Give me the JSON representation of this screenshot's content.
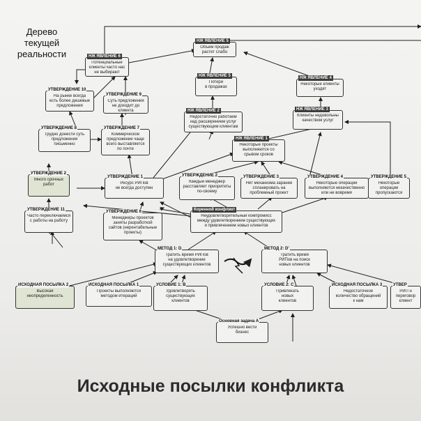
{
  "title": "Дерево\nтекущей\nреальности",
  "caption": "Исходные посылки конфликта",
  "nodes": {
    "ne5": {
      "header": "НЖ ЯВЛЕНИЕ 5",
      "text": "Объем продаж\nрастет слабо"
    },
    "ne6": {
      "header": "НЖ ЯВЛЕНИЕ 6",
      "text": "Потенциальные\nклиенты часто нас\nне выбирают"
    },
    "ne_mid": {
      "header": "НЖ ЯВЛЕНИЕ 5",
      "text": "Потери\nв продажах"
    },
    "ne4": {
      "header": "НЖ ЯВЛЕНИЕ 4",
      "text": "Некоторые клиенты\nуходят"
    },
    "u10": {
      "header": "УТВЕРЖДЕНИЕ 10",
      "text": "На рынке всегда\nесть более дешевые\nпредложения"
    },
    "u9": {
      "header": "УТВЕРЖДЕНИЕ 9",
      "text": "Суть предложения\nне доходит до клиента"
    },
    "ne2": {
      "header": "НЖ ЯВЛЕНИЕ 2",
      "text": "Недостаточно работаем\nнад расширением услуг\nсуществующим клиентам"
    },
    "ne3": {
      "header": "НЖ ЯВЛЕНИЕ 3",
      "text": "Клиенты недовольны\nкачеством услуг"
    },
    "u8": {
      "header": "УТВЕРЖДЕНИЕ 8",
      "text": "Трудно донести суть\nпредложения\nписьменно"
    },
    "u7": {
      "header": "УТВЕРЖДЕНИЕ 7",
      "text": "Коммерческое\nпредложение чаще\nвсего выставляется\nпо почте"
    },
    "ne1": {
      "header": "НЖ ЯВЛЕНИЕ 1",
      "text": "Некоторые проекты\nвыполняются со\nсрывом сроков"
    },
    "u2g": {
      "header": "УТВЕРЖДЕНИЕ 2",
      "text": "Много срочных\nработ"
    },
    "u1": {
      "header": "УТВЕРЖДЕНИЕ 1",
      "text": "Ресурс РИПов\nне всегда доступен"
    },
    "u2": {
      "header": "УТВЕРЖДЕНИЕ 2",
      "text": "Каждый менеджер\nрасставляет приоритеты\nпо-своему"
    },
    "u3": {
      "header": "УТВЕРЖДЕНИЕ 3",
      "text": "Нет механизма заранее\nспланировать на\nпроблемный проект"
    },
    "u4": {
      "header": "УТВЕРЖДЕНИЕ 4",
      "text": "Некоторые операции\nвыполняются некачественно\nили не вовремя"
    },
    "u5": {
      "header": "УТВЕРЖДЕНИЕ 5",
      "text": "Некоторые операции\nпропускаются"
    },
    "u11": {
      "header": "УТВЕРЖДЕНИЕ 11",
      "text": "Часто переключаемся\nс работы на работу"
    },
    "u6": {
      "header": "УТВЕРЖДЕНИЕ 6",
      "text": "Менеджеры проектов\nзаняты разработкой\nсайтов (нерентабельные\nпроекты)"
    },
    "conflict": {
      "header": "Коренной конфликт",
      "text": "Неудовлетворительный компромисс\nмежду удовлетворением существующих\nи привлечением новых клиентов"
    },
    "m1": {
      "header": "МЕТОД 1: D",
      "text": "Тратить время РИПов\nна удовлетворение\nсуществующих клиентов"
    },
    "m2": {
      "header": "МЕТОД 2: D'",
      "text": "Тратить время\nРИПов на поиск\nновых клиентов"
    },
    "p2": {
      "header": "ИСХОДНАЯ ПОСЫЛКА 2",
      "text": "Высокая\nнеопределенность"
    },
    "p1": {
      "header": "ИСХОДНАЯ ПОСЫЛКА 1",
      "text": "Проекты выполняются\nметодом итераций"
    },
    "c1": {
      "header": "УСЛОВИЕ 1: B",
      "text": "Удовлетворять\nсуществующих\nклиентов"
    },
    "c2": {
      "header": "УСЛОВИЕ 2: C",
      "text": "Привлекать\nновых\nклиентов"
    },
    "p3": {
      "header": "ИСХОДНАЯ ПОСЫЛКА 3",
      "text": "Недостаточное\nколичество обращений\nк нам"
    },
    "pr": {
      "header": "УТВЕР",
      "text": "РИП н\nпереговор\nклиент"
    },
    "goal": {
      "header": "Основная задача A",
      "text": "Успешно вести\nбизнес"
    }
  },
  "colors": {
    "box_green": "#dfe5d2",
    "box": "#f2f2f0",
    "border": "#333333",
    "line": "#1f1f1f"
  }
}
